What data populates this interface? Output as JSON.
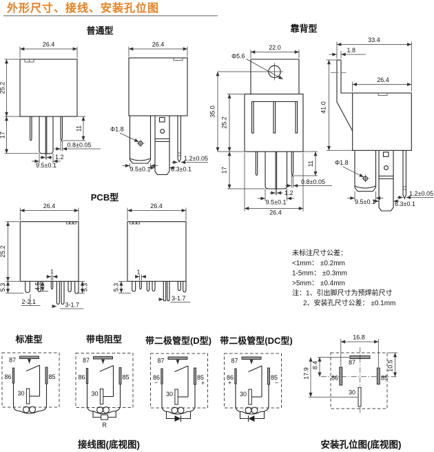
{
  "title": "外形尺寸、接线、安装孔位图",
  "colors": {
    "accent": "#e87f1e"
  },
  "normal_type": {
    "label": "普通型",
    "front": {
      "width": "26.4",
      "height": "25.2",
      "pin_len": "17",
      "pin_len_right": "11",
      "pin_thickness": "0.8±0.05",
      "slot": "1.2",
      "blade_width": "9.5±0.1"
    },
    "side": {
      "width": "26.4",
      "hole": "Φ1.8",
      "blade_width": "9.5±0.1",
      "mid_blade_width": "6.3±0.1",
      "pin_thickness": "1.2±0.05"
    }
  },
  "bracket_type": {
    "label": "靠背型",
    "front": {
      "hole": "Φ5.6",
      "bracket_width": "22.0",
      "overall_height": "35.0",
      "height": "25.2",
      "pin_len": "17",
      "pin_len_right": "11",
      "pin_thickness": "0.8±0.05",
      "slot": "1.2",
      "blade_width": "9.5±0.1",
      "width": "26.4"
    },
    "side": {
      "overall_width": "33.4",
      "plate_thickness": "1.8",
      "width": "26.4",
      "overall_height": "41.0",
      "hole": "Φ1.8",
      "blade_width": "9.5±0.1",
      "mid_blade_width": "6.3±0.1",
      "pin_thickness": "1.2±0.05"
    }
  },
  "pcb_type": {
    "label": "PCB型",
    "front": {
      "width": "26.4",
      "height": "25.2",
      "pin_len_left": "5.3",
      "pin_len_mid": "4.5",
      "pin_width": "1",
      "holes_2": "2-2.1",
      "holes_3": "3-1.7",
      "pin_len_right": "5.3"
    },
    "side": {
      "width": "26.4",
      "pin_width": "1",
      "pin_len": "5.3",
      "holes_3": "3-1.7"
    }
  },
  "tolerance_notes": {
    "line1": "未标注尺寸公差：",
    "line2": "<1mm：  ±0.2mm",
    "line3": "1-5mm：  ±0.3mm",
    "line4": ">5mm：  ±0.4mm",
    "line5": "注：1、引出脚尺寸为预焊前尺寸",
    "line6": "2、安装孔尺寸公差：  ±0.1mm"
  },
  "wiring": {
    "caption": "接线图(底视图)",
    "pins": {
      "p87": "87",
      "p86": "86",
      "p85": "85",
      "p30": "30"
    },
    "types": [
      {
        "label": "标准型"
      },
      {
        "label": "带电阻型",
        "component": "R"
      },
      {
        "label": "带二极管型(D型)",
        "sign86": "−",
        "sign85": "+"
      },
      {
        "label": "带二极管型(DC型)",
        "sign86": "+",
        "sign85": "−"
      }
    ]
  },
  "mounting": {
    "caption": "安装孔位图(底视图)",
    "pins": {
      "p87": "87",
      "p86": "86",
      "p85": "85",
      "p30": "30"
    },
    "dims": {
      "pitch_x": "16.8",
      "offset_87": "8.4",
      "offset_30": "17.9",
      "offset_85": "10.5"
    }
  }
}
